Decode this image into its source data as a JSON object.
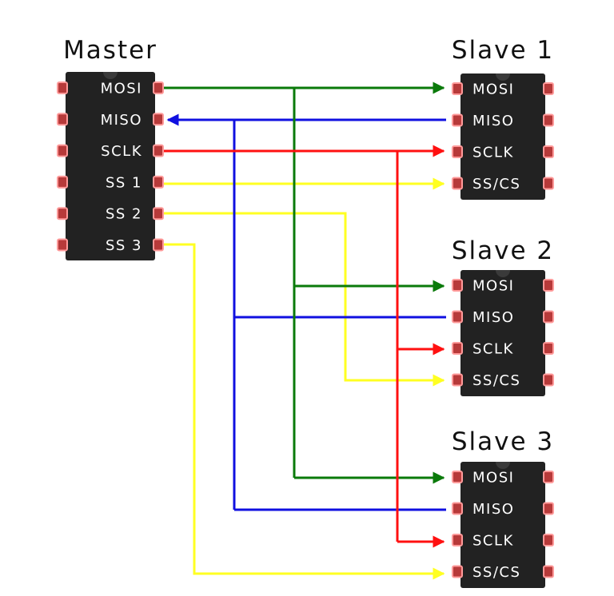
{
  "master": {
    "title": "Master",
    "pins": [
      "MOSI",
      "MISO",
      "SCLK",
      "SS 1",
      "SS 2",
      "SS 3"
    ]
  },
  "slaves": [
    {
      "title": "Slave 1",
      "pins": [
        "MOSI",
        "MISO",
        "SCLK",
        "SS/CS"
      ]
    },
    {
      "title": "Slave 2",
      "pins": [
        "MOSI",
        "MISO",
        "SCLK",
        "SS/CS"
      ]
    },
    {
      "title": "Slave 3",
      "pins": [
        "MOSI",
        "MISO",
        "SCLK",
        "SS/CS"
      ]
    }
  ],
  "colors": {
    "mosi": "#0a7a0a",
    "miso": "#1010e0",
    "sclk": "#ff1010",
    "ss": "#ffff22",
    "chip_body": "#222222",
    "pin_fill": "#b73a3a",
    "pin_glow": "#ff9a9a"
  }
}
